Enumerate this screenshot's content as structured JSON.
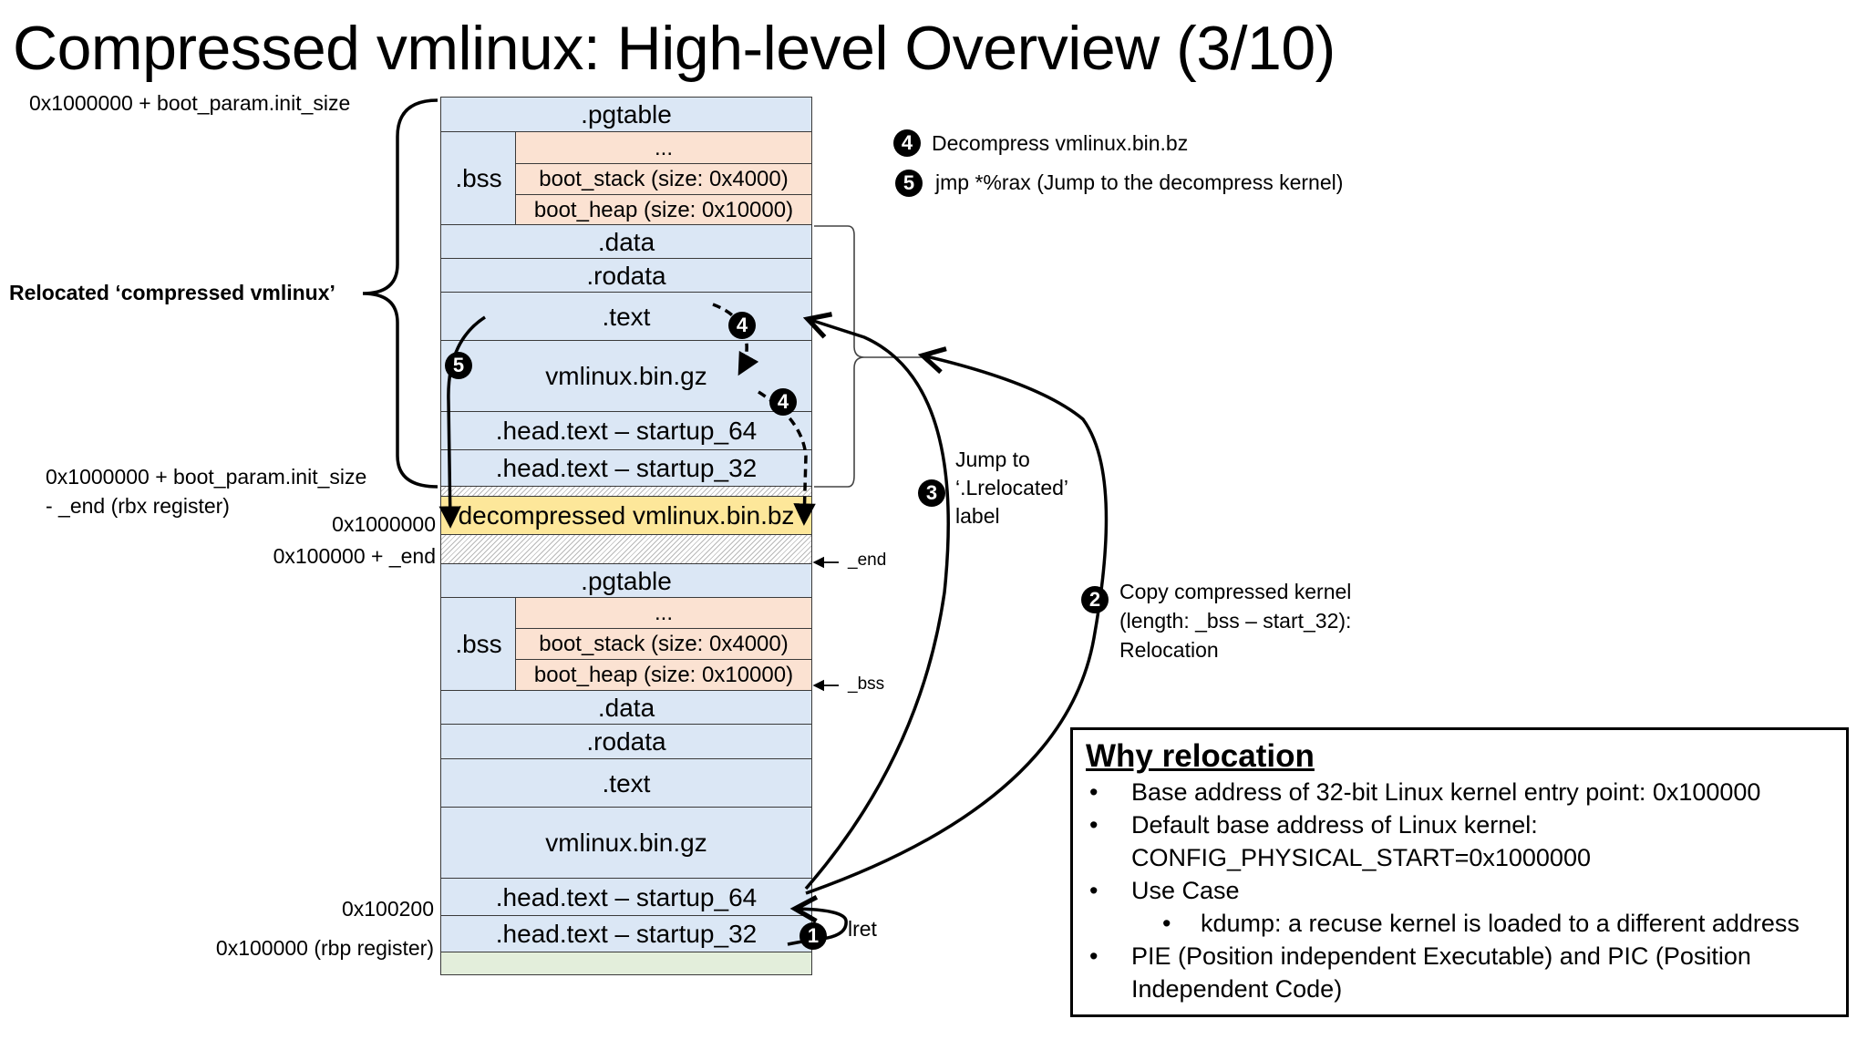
{
  "title": "Compressed vmlinux: High-level Overview (3/10)",
  "top_stack": {
    "pgtable": ".pgtable",
    "bss": ".bss",
    "dots": "...",
    "boot_stack": "boot_stack (size: 0x4000)",
    "boot_heap": "boot_heap (size: 0x10000)",
    "data": ".data",
    "rodata": ".rodata",
    "text": ".text",
    "vmlinux": "vmlinux.bin.gz",
    "head64": ".head.text – startup_64",
    "head32": ".head.text – startup_32",
    "decompressed": "decompressed vmlinux.bin.bz"
  },
  "bottom_stack": {
    "pgtable": ".pgtable",
    "bss": ".bss",
    "dots": "...",
    "boot_stack": "boot_stack (size: 0x4000)",
    "boot_heap": "boot_heap (size: 0x10000)",
    "data": ".data",
    "rodata": ".rodata",
    "text": ".text",
    "vmlinux": "vmlinux.bin.gz",
    "head64": ".head.text – startup_64",
    "head32": ".head.text – startup_32"
  },
  "left_labels": {
    "init_size": "0x1000000 + boot_param.init_size",
    "relocated": "Relocated ‘compressed vmlinux’",
    "init_size_end_1": "0x1000000 + boot_param.init_size",
    "init_size_end_2": "- _end (rbx register)",
    "addr_1000000": "0x1000000",
    "addr_100000_end": "0x100000 + _end",
    "addr_100200": "0x100200",
    "addr_100000_rbp": "0x100000 (rbp register)"
  },
  "right_markers": {
    "end": "_end",
    "bss": "_bss"
  },
  "steps": {
    "step4_text": "Decompress vmlinux.bin.bz",
    "step5_text": "jmp  *%rax (Jump to the decompress kernel)",
    "step3_line1": "Jump to",
    "step3_line2": "‘.Lrelocated’",
    "step3_line3": "label",
    "step2_line1": "Copy compressed kernel",
    "step2_line2": "(length: _bss – start_32):",
    "step2_line3": "Relocation",
    "step1_text": "lret"
  },
  "badges": {
    "one": "1",
    "two": "2",
    "three": "3",
    "four": "4",
    "five": "5"
  },
  "why": {
    "title": "Why relocation",
    "bullet": "•",
    "item1": "Base address of 32-bit Linux kernel entry point: 0x100000",
    "item2a": "Default base address of Linux kernel:",
    "item2b": "CONFIG_PHYSICAL_START=0x1000000",
    "item3": "Use Case",
    "item3a": "kdump: a recuse kernel is loaded to a different address",
    "item4a": "PIE (Position independent Executable) and PIC (Position",
    "item4b": "Independent Code)"
  }
}
